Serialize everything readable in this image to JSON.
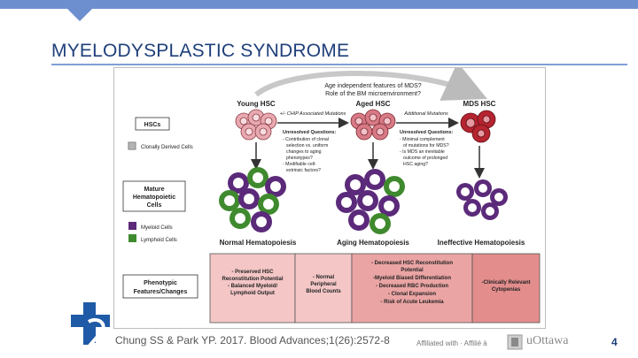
{
  "slide": {
    "title": "MYELODYSPLASTIC SYNDROME",
    "citation": "Chung SS & Park YP. 2017. Blood Advances;1(26):2572-8",
    "affiliation": "Affiliated with · Affilié à",
    "university": "uOttawa",
    "page_number": "4"
  },
  "figure": {
    "top_question_1": "Age independent features of MDS?",
    "top_question_2": "Role of the BM microenvironment?",
    "stage_young": "Young HSC",
    "stage_aged": "Aged HSC",
    "stage_mds": "MDS HSC",
    "arrow_chip": "+/- CHIP Associated Mutations",
    "arrow_additional": "Additional Mutations",
    "legend_hscs": "HSCs",
    "legend_clonal": "Clonally Derived Cells",
    "legend_mature_1": "Mature",
    "legend_mature_2": "Hematopoietic",
    "legend_mature_3": "Cells",
    "legend_myeloid": "Myeloid Cells",
    "legend_lymphoid": "Lymphoid Cells",
    "legend_pheno_1": "Phenotypic",
    "legend_pheno_2": "Features/Changes",
    "uq_title": "Unresolved Questions:",
    "uq_left": [
      "- Contribution of clonal",
      "selection vs. uniform",
      "changes to aging",
      "phenotypes?",
      "- Modifiable cell-",
      "extrinsic factors?"
    ],
    "uq_right": [
      "- Minimal complement",
      "of mutations for MDS?",
      "- Is MDS an inevitable",
      "outcome of prolonged",
      "HSC aging?"
    ],
    "label_normal": "Normal Hematopoiesis",
    "label_aging": "Aging Hematopoiesis",
    "label_ineffective": "Ineffective Hematopoiesis",
    "pheno_col1": [
      "- Preserved HSC",
      "Reconstitution Potential",
      "- Balanced Myeloid/",
      "Lymphoid Output"
    ],
    "pheno_col2": [
      "- Normal",
      "Peripheral",
      "Blood Counts"
    ],
    "pheno_col3": [
      "- Decreased HSC Reconstitution",
      "Potential",
      "-Myeloid Biased Differentiation",
      "- Decreased RBC Production",
      "- Clonal Expansion",
      "- Risk of Acute Leukemia"
    ],
    "pheno_col4": [
      "-Clinically Relevant",
      "Cytopenias"
    ],
    "colors": {
      "myeloid": "#5b2a7a",
      "lymphoid": "#3f8a2e",
      "hsc_pink": "#e8a9b0",
      "mds_red": "#b52430",
      "pheno_light": "#f4c6c6",
      "pheno_dark": "#e38d8d"
    }
  }
}
